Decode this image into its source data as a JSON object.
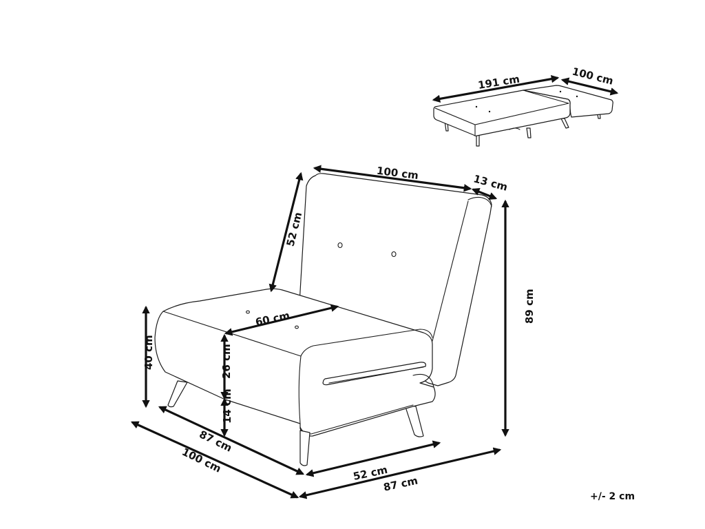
{
  "diagram": {
    "subject": "folding chair bed dimensions",
    "tolerance": "+/- 2 cm",
    "unfolded_view": {
      "length_label": "191 cm",
      "width_label": "100 cm"
    },
    "chair_view": {
      "backrest_width": "100 cm",
      "armrest_depth": "13 cm",
      "backrest_height": "52 cm",
      "total_height": "89 cm",
      "seat_depth": "60 cm",
      "seat_height": "40 cm",
      "cushion_height": "26 cm",
      "leg_height": "14 cm",
      "inner_depth": "87 cm",
      "total_depth": "100 cm",
      "seat_width": "52 cm",
      "total_width": "87 cm"
    },
    "colors": {
      "line": "#1a1a1a",
      "background": "#ffffff"
    }
  }
}
